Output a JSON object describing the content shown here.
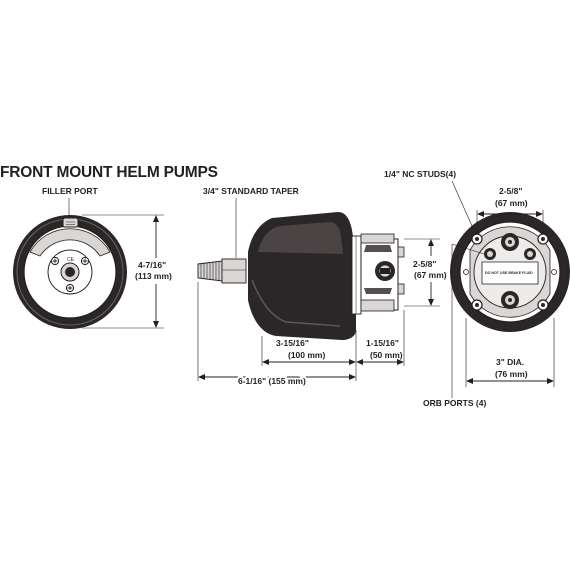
{
  "title": "FRONT MOUNT HELM PUMPS",
  "labels": {
    "filler_port": "FILLER PORT",
    "standard_taper": "3/4\" STANDARD TAPER",
    "nc_studs": "1/4\" NC STUDS(4)",
    "orb_ports": "ORB PORTS (4)"
  },
  "dimensions": {
    "front_height": "4-7/16\"",
    "front_height_mm": "(113 mm)",
    "body_length": "3-15/16\"",
    "body_length_mm": "(100 mm)",
    "rear_length": "1-15/16\"",
    "rear_length_mm": "(50 mm)",
    "overall_length": "6-1/16\" (155 mm)",
    "side_height": "2-5/8\"",
    "side_height_mm": "(67 mm)",
    "bolt_spacing": "2-5/8\"",
    "bolt_spacing_mm": "(67 mm)",
    "diameter": "3\" DIA.",
    "diameter_mm": "(76 mm)"
  },
  "rear_plate_text": "DO NOT USE BRAKE FLUID",
  "colors": {
    "ink": "#231f20",
    "body": "#2b2728",
    "background": "#ffffff"
  }
}
